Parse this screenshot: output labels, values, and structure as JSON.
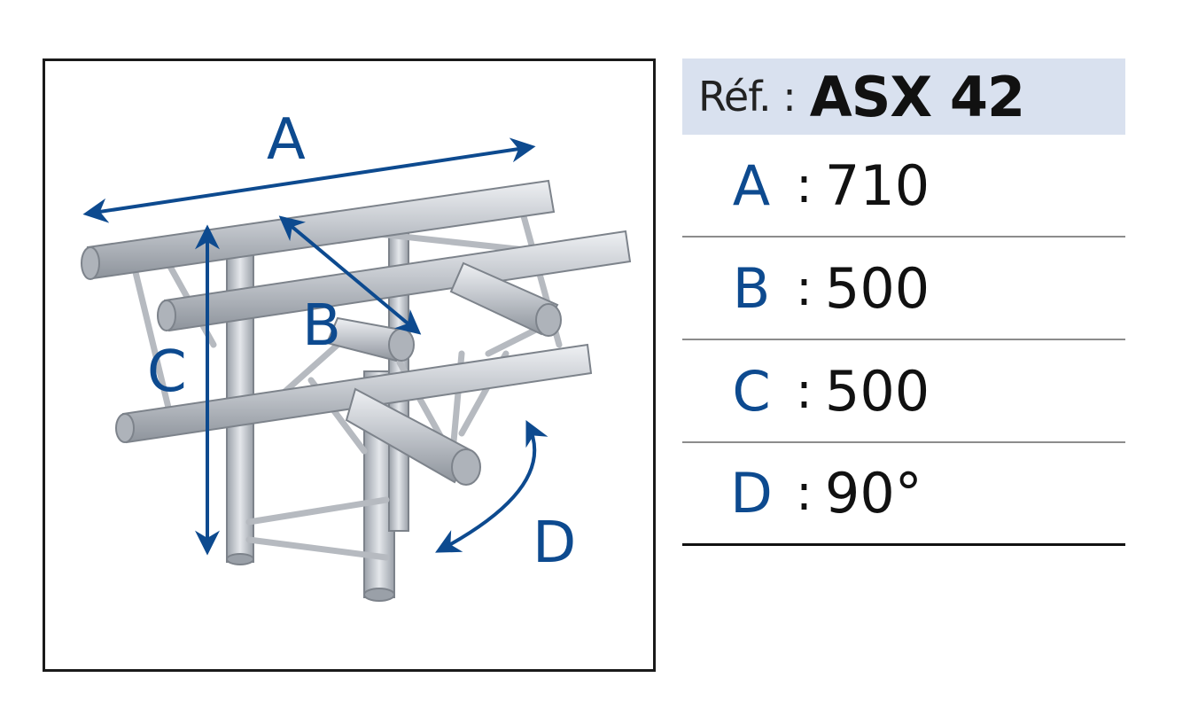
{
  "diagram": {
    "labels": {
      "a": "A",
      "b": "B",
      "c": "C",
      "d": "D"
    },
    "colors": {
      "arrow": "#0d4a8f",
      "tube": "#c9ccd1",
      "tube_edge": "#7d838b"
    }
  },
  "spec": {
    "ref_label": "Réf. :",
    "ref_value": "ASX 42",
    "rows": [
      {
        "letter": "A",
        "colon": ":",
        "value": "710"
      },
      {
        "letter": "B",
        "colon": ":",
        "value": "500"
      },
      {
        "letter": "C",
        "colon": ":",
        "value": "500"
      },
      {
        "letter": "D",
        "colon": ":",
        "value": "90°"
      }
    ]
  }
}
